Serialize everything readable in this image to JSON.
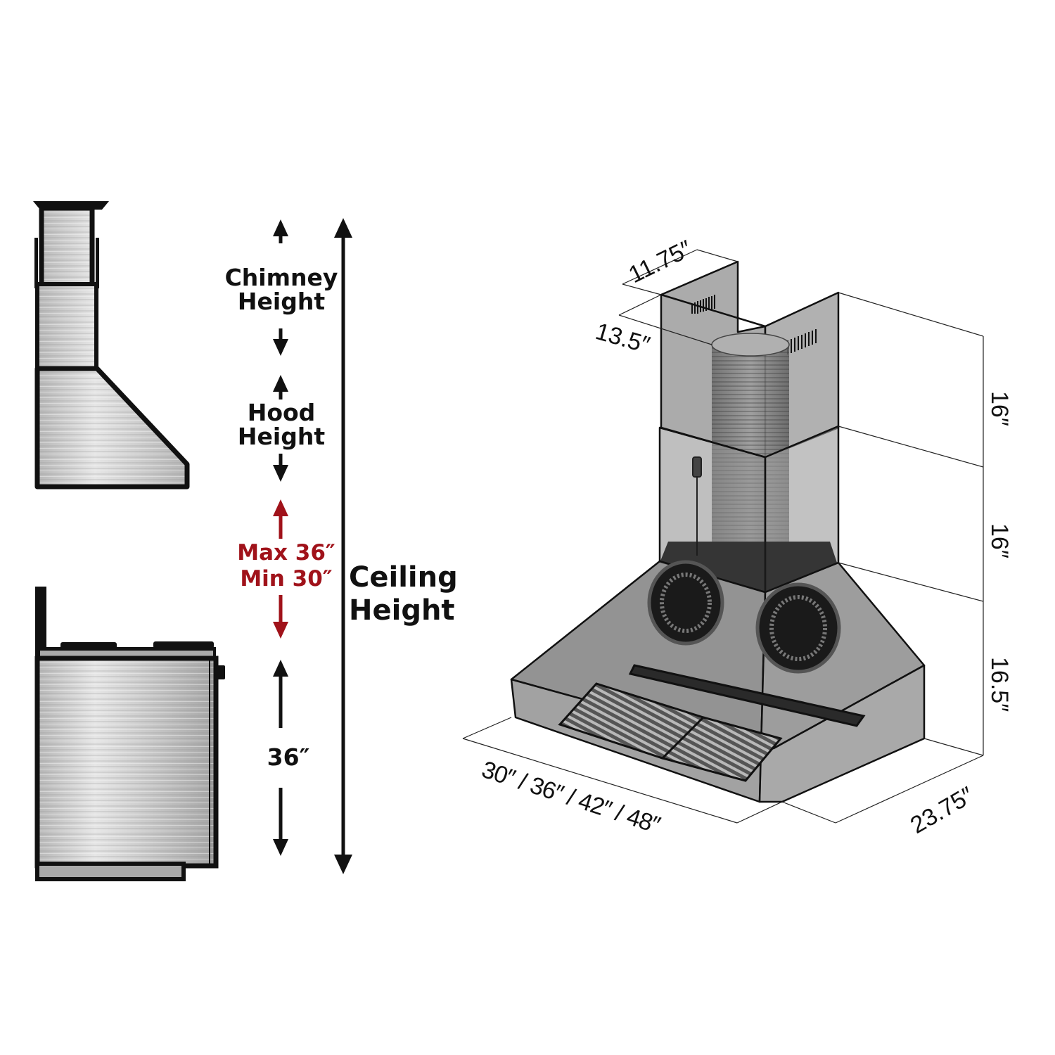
{
  "colors": {
    "background": "#ffffff",
    "ink": "#111111",
    "accent_red": "#a0121a",
    "steel_light": "#d9d9d9",
    "steel_mid": "#b5b5b5",
    "hood_glass": "#7a7a7a"
  },
  "side_view": {
    "labels": {
      "chimney_line1": "Chimney",
      "chimney_line2": "Height",
      "hood_line1": "Hood",
      "hood_line2": "Height",
      "clearance_max": "Max 36″",
      "clearance_min": "Min 30″",
      "counter_height": "36″",
      "ceiling_line1": "Ceiling",
      "ceiling_line2": "Height"
    }
  },
  "iso_view": {
    "dimensions": {
      "chimney_width": "11.75″",
      "chimney_depth": "13.5″",
      "upper_chimney_height": "16″",
      "lower_chimney_height": "16″",
      "hood_height": "16.5″",
      "hood_width_options": "30″ / 36″ / 42″ / 48″",
      "hood_depth": "23.75″"
    }
  }
}
